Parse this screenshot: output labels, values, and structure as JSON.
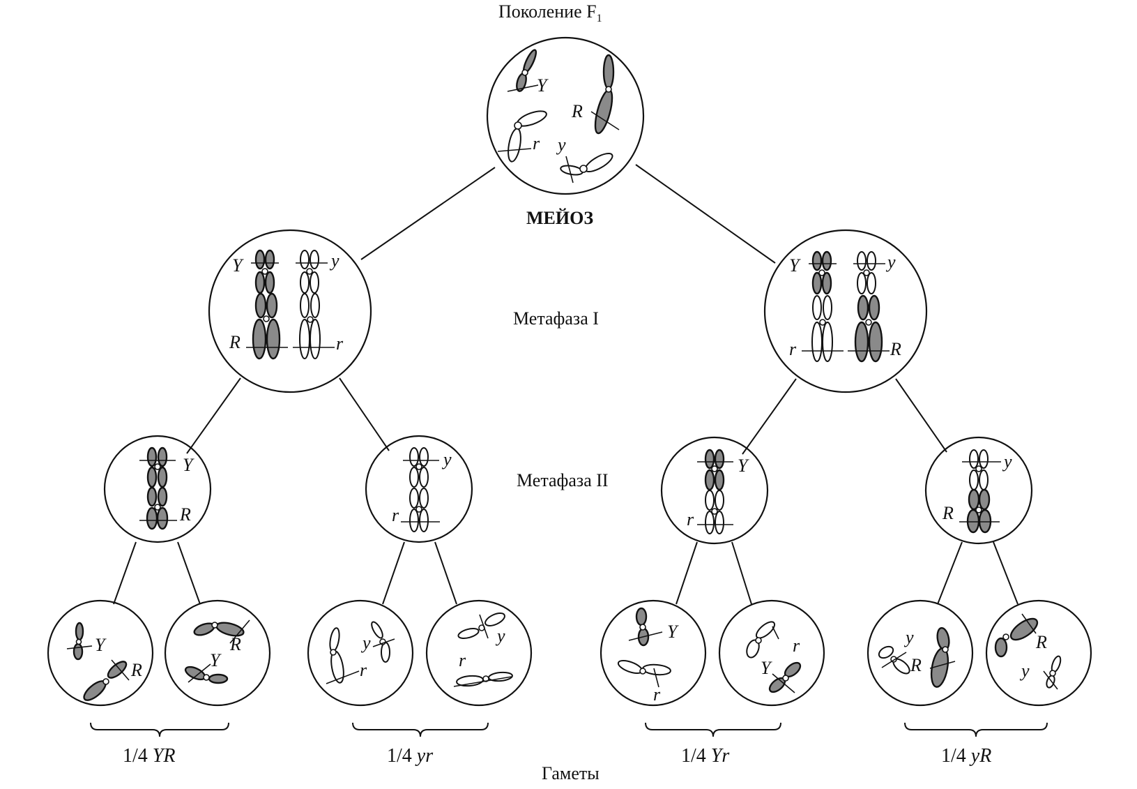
{
  "labels": {
    "title_prefix": "Поколение F",
    "title_sub": "1",
    "meiosis": "МЕЙОЗ",
    "metaphase1": "Метафаза I",
    "metaphase2": "Метафаза II",
    "gametes": "Гаметы"
  },
  "alleles": {
    "Y": "Y",
    "y": "y",
    "R": "R",
    "r": "r"
  },
  "ratios": [
    {
      "prefix": "1/4 ",
      "genotype": "YR"
    },
    {
      "prefix": "1/4 ",
      "genotype": "yr"
    },
    {
      "prefix": "1/4 ",
      "genotype": "Yr"
    },
    {
      "prefix": "1/4 ",
      "genotype": "yR"
    }
  ]
}
